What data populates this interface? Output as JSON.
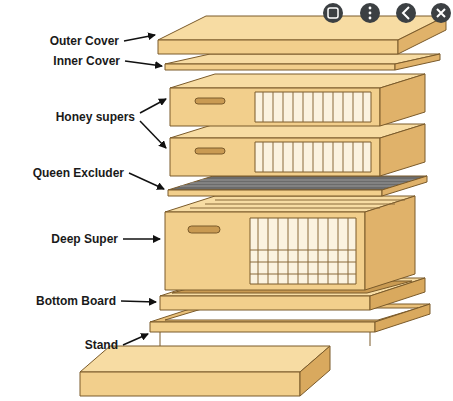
{
  "diagram": {
    "labels": [
      "Outer Cover",
      "Inner Cover",
      "Honey supers",
      "Queen Excluder",
      "Deep Super",
      "Bottom Board",
      "Stand"
    ]
  }
}
